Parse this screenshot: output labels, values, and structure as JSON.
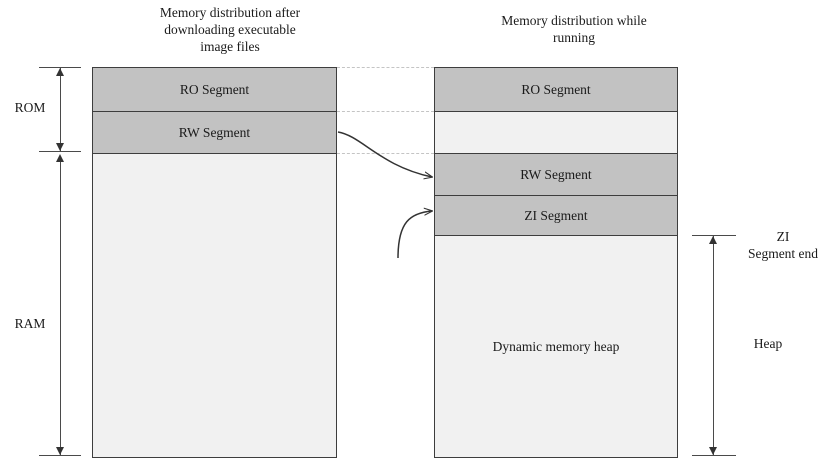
{
  "diagram": {
    "titles": {
      "left": "Memory distribution after\ndownloading executable\nimage files",
      "right": "Memory distribution while\nrunning"
    },
    "left_block": {
      "segments": [
        {
          "label": "RO Segment",
          "fill": "#c2c2c2"
        },
        {
          "label": "RW Segment",
          "fill": "#c2c2c2"
        },
        {
          "label": "",
          "fill": "#f1f1f1"
        }
      ]
    },
    "right_block": {
      "segments": [
        {
          "label": "RO Segment",
          "fill": "#c2c2c2"
        },
        {
          "label": "",
          "fill": "#f1f1f1"
        },
        {
          "label": "RW Segment",
          "fill": "#c2c2c2"
        },
        {
          "label": "ZI Segment",
          "fill": "#c2c2c2"
        },
        {
          "label": "Dynamic memory heap",
          "fill": "#f1f1f1"
        }
      ]
    },
    "brackets": {
      "rom": "ROM",
      "ram": "RAM",
      "zi_segment_end": "ZI\nSegment end",
      "heap": "Heap"
    },
    "colors": {
      "segment_fill": "#c2c2c2",
      "empty_fill": "#f1f1f1",
      "outline": "#3d3d3d",
      "connector": "#c4c4c4",
      "arrow": "#333333",
      "text": "#1a1a1a",
      "background": "#ffffff"
    }
  }
}
